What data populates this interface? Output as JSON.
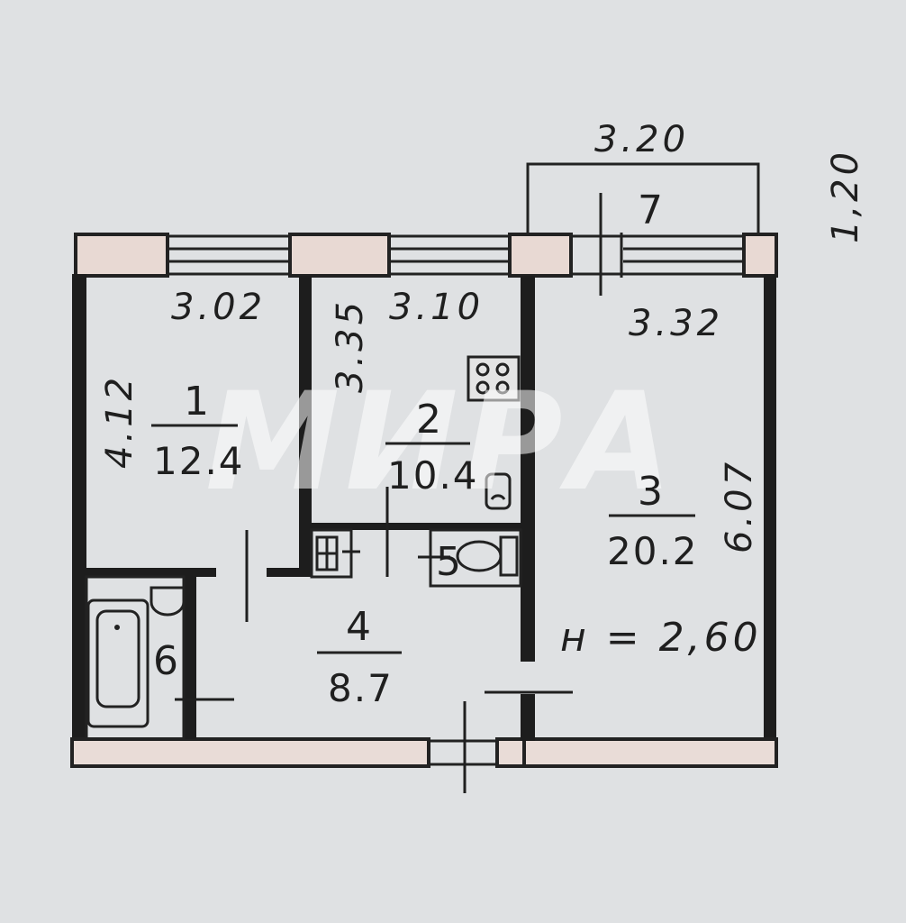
{
  "plan": {
    "watermark": "МИРА",
    "ceiling_height": "н = 2,60",
    "dimensions": {
      "balcony_width": "3.20",
      "balcony_depth": "1,20",
      "room1_width": "3.02",
      "room1_length": "4.12",
      "room2_width": "3.10",
      "room2_length": "3.35",
      "room3_width": "3.32",
      "room3_length": "6.07"
    },
    "rooms": [
      {
        "number": "1",
        "area": "12.4"
      },
      {
        "number": "2",
        "area": "10.4"
      },
      {
        "number": "3",
        "area": "20.2"
      },
      {
        "number": "4",
        "area": "8.7"
      },
      {
        "number": "5"
      },
      {
        "number": "6"
      },
      {
        "number": "7"
      }
    ]
  }
}
